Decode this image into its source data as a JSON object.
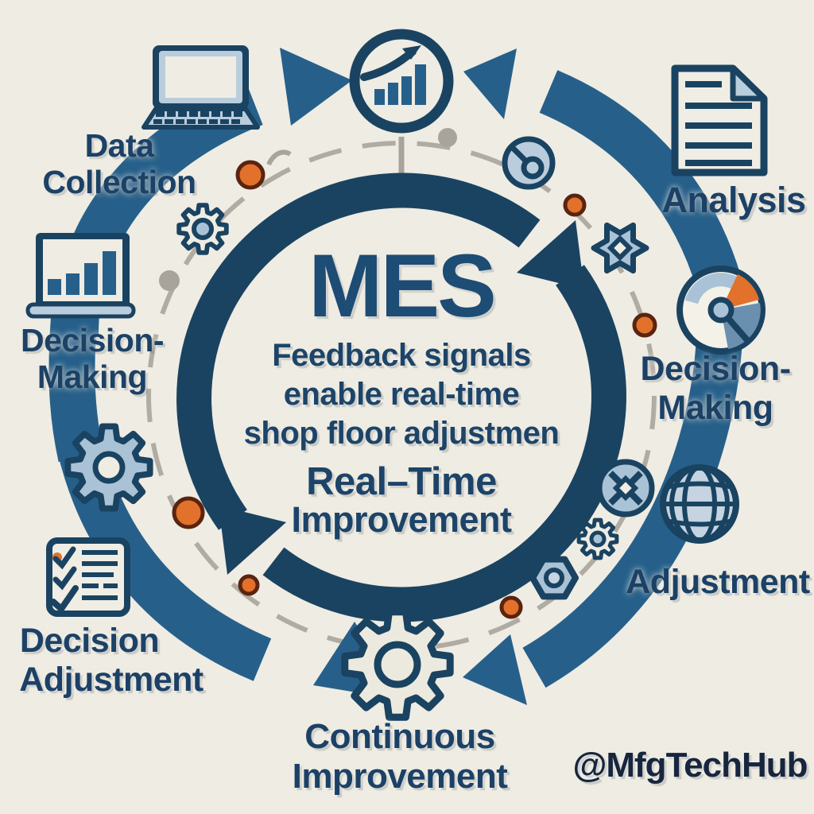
{
  "center": {
    "title": "MES",
    "body_line1": "Feedback signals",
    "body_line2": "enable real-time",
    "body_line3": "shop floor adjustmen",
    "emphasis_line1": "Real–Time",
    "emphasis_line2": "Improvement"
  },
  "stages": [
    {
      "id": "data-collection",
      "icon": "laptop-icon",
      "line1": "Data",
      "line2": "Collection"
    },
    {
      "id": "analysis",
      "icon": "document-icon",
      "line1": "Analysis"
    },
    {
      "id": "decision-making-right",
      "icon": "gauge-icon",
      "line1": "Decision-",
      "line2": "Making"
    },
    {
      "id": "adjustment",
      "icon": "globe-icon",
      "line1": "Adjustment"
    },
    {
      "id": "continuous-improvement",
      "icon": "gear-icon",
      "line1": "Continuous",
      "line2": "Improvement"
    },
    {
      "id": "decision-adjustment",
      "icon": "checklist-icon",
      "line1": "Decision",
      "line2": "Adjustment"
    },
    {
      "id": "decision-making-left",
      "icon": "monitor-chart-icon",
      "line1": "Decision-",
      "line2": "Making"
    }
  ],
  "top_icon": "growth-chart-icon",
  "watermark": "@MfgTechHub",
  "colors": {
    "background": "#EFECE3",
    "ring_navy": "#1A4361",
    "band_blue": "#26608A",
    "steel_blue": "#A9C2D6",
    "steel_light": "#C5D4E0",
    "accent_orange": "#E2712B",
    "path_gray": "#A8A49B",
    "text_navy": "#1C4166",
    "watermark_navy": "#17263E"
  }
}
